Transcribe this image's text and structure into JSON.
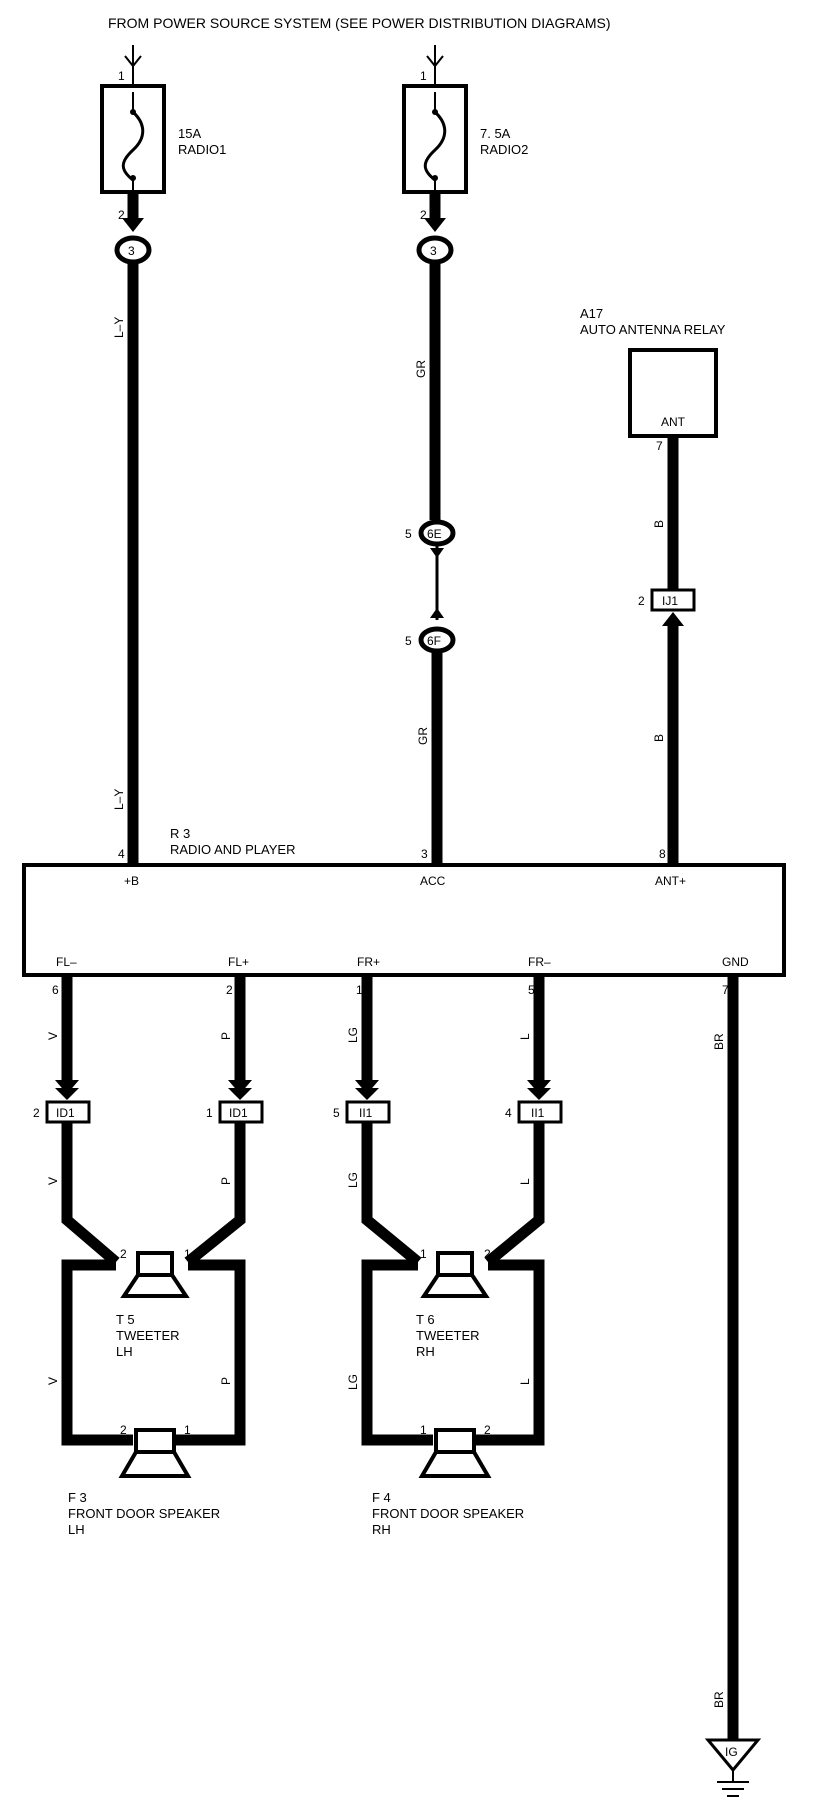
{
  "header": {
    "title": "FROM POWER SOURCE SYSTEM (SEE POWER DISTRIBUTION DIAGRAMS)"
  },
  "fuses": [
    {
      "amp": "15A",
      "name": "RADIO1",
      "pin_in": "1",
      "pin_out": "2"
    },
    {
      "amp": "7. 5A",
      "name": "RADIO2",
      "pin_in": "1",
      "pin_out": "2"
    }
  ],
  "splices": {
    "radio1": "3",
    "radio2": "3"
  },
  "antenna_relay": {
    "code": "A17",
    "name": "AUTO ANTENNA RELAY",
    "terminal": "ANT",
    "pin": "7"
  },
  "connectors": {
    "c6e": {
      "label": "6E",
      "pin": "5"
    },
    "c6f": {
      "label": "6F",
      "pin": "5"
    },
    "ij1": {
      "label": "IJ1",
      "pin": "2"
    },
    "id1_left": {
      "label": "ID1",
      "pin": "2"
    },
    "id1_right": {
      "label": "ID1",
      "pin": "1"
    },
    "ii1_left": {
      "label": "II1",
      "pin": "5"
    },
    "ii1_right": {
      "label": "II1",
      "pin": "4"
    }
  },
  "wire_colors": {
    "ly": "L–Y",
    "gr": "GR",
    "b": "B",
    "v": "V",
    "p": "P",
    "lg": "LG",
    "l": "L",
    "br": "BR"
  },
  "radio": {
    "code": "R 3",
    "name": "RADIO AND PLAYER",
    "top_terminals": [
      {
        "label": "+B",
        "pin": "4"
      },
      {
        "label": "ACC",
        "pin": "3"
      },
      {
        "label": "ANT+",
        "pin": "8"
      }
    ],
    "bottom_terminals": [
      {
        "label": "FL–",
        "pin": "6"
      },
      {
        "label": "FL+",
        "pin": "2"
      },
      {
        "label": "FR+",
        "pin": "1"
      },
      {
        "label": "FR–",
        "pin": "5"
      },
      {
        "label": "GND",
        "pin": "7"
      }
    ]
  },
  "tweeter_lh": {
    "code": "T 5",
    "name1": "TWEETER",
    "name2": "LH",
    "pin_a": "2",
    "pin_b": "1"
  },
  "tweeter_rh": {
    "code": "T 6",
    "name1": "TWEETER",
    "name2": "RH",
    "pin_a": "1",
    "pin_b": "2"
  },
  "door_lh": {
    "code": "F 3",
    "name1": "FRONT DOOR SPEAKER",
    "name2": "LH",
    "pin_a": "2",
    "pin_b": "1"
  },
  "door_rh": {
    "code": "F 4",
    "name1": "FRONT DOOR SPEAKER",
    "name2": "RH",
    "pin_a": "1",
    "pin_b": "2"
  },
  "ground": {
    "label": "IG"
  }
}
